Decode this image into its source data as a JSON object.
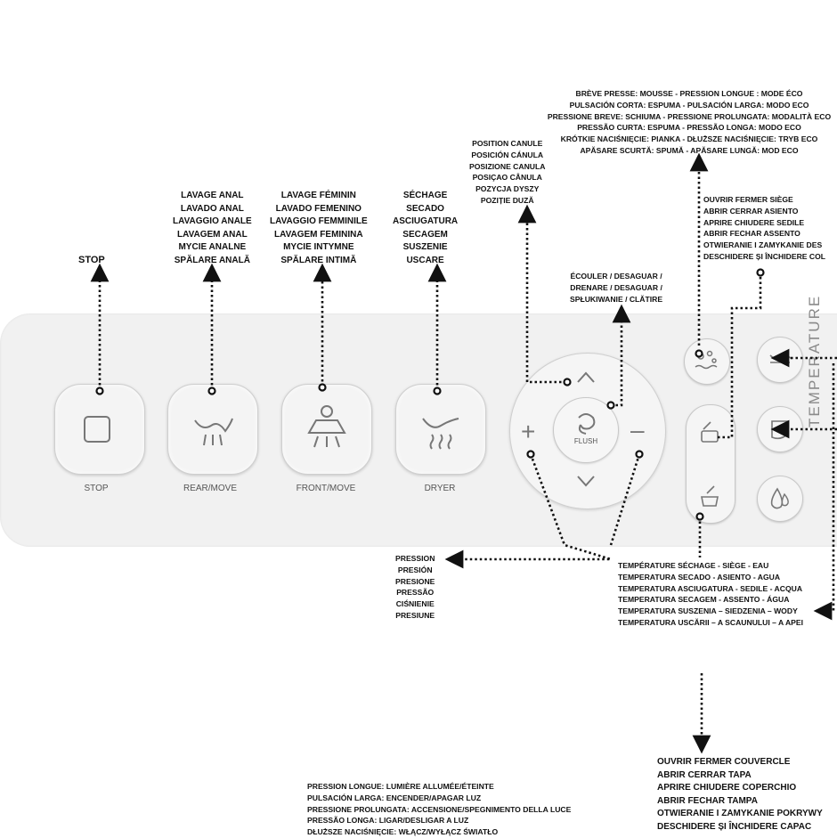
{
  "panel": {
    "temperature_label": "TEMPERATURE",
    "buttons": {
      "stop": "STOP",
      "rear": "REAR/MOVE",
      "front": "FRONT/MOVE",
      "dryer": "DRYER",
      "flush": "FLUSH"
    },
    "dpad": {
      "up": "^",
      "down": "v",
      "plus": "+",
      "minus": "–"
    }
  },
  "callouts": {
    "stop": [
      "STOP"
    ],
    "anal": [
      "LAVAGE ANAL",
      "LAVADO ANAL",
      "LAVAGGIO ANALE",
      "LAVAGEM ANAL",
      "MYCIE ANALNE",
      "SPĂLARE ANALĂ"
    ],
    "feminine": [
      "LAVAGE FÉMININ",
      "LAVADO FEMENINO",
      "LAVAGGIO FEMMINILE",
      "LAVAGEM FEMININA",
      "MYCIE INTYMNE",
      "SPĂLARE INTIMĂ"
    ],
    "drying": [
      "SÉCHAGE",
      "SECADO",
      "ASCIUGATURA",
      "SECAGEM",
      "SUSZENIE",
      "USCARE"
    ],
    "nozzle_position": [
      "POSITION CANULE",
      "POSICIÓN CÁNULA",
      "POSIZIONE CANULA",
      "POSIÇAO CÂNULA",
      "POZYCJA DYSZY",
      "POZIȚIE DUZĂ"
    ],
    "flush": [
      "ÉCOULER / DESAGUAR /",
      "DRENARE / DESAGUAR /",
      "SPŁUKIWANIE / CLĂTIRE"
    ],
    "foam": [
      "BRÈVE PRESSE: MOUSSE - PRESSION LONGUE : MODE ÉCO",
      "PULSACIÓN CORTA: ESPUMA - PULSACIÓN LARGA: MODO ECO",
      "PRESSIONE BREVE: SCHIUMA - PRESSIONE PROLUNGATA: MODALITÀ ECO",
      "PRESSÃO CURTA: ESPUMA - PRESSÃO LONGA: MODO ECO",
      "KRÓTKIE NACIŚNIĘCIE: PIANKA - DŁUŻSZE NACIŚNIĘCIE: TRYB ECO",
      "APĂSARE SCURTĂ: SPUMĂ - APĂSARE LUNGĂ: MOD ECO"
    ],
    "seat": [
      "OUVRIR FERMER SIÈGE",
      "ABRIR CERRAR ASIENTO",
      "APRIRE CHIUDERE SEDILE",
      "ABRIR FECHAR ASSENTO",
      "OTWIERANIE I ZAMYKANIE DES",
      "DESCHIDERE ȘI ÎNCHIDERE COL"
    ],
    "pressure": [
      "PRESSION",
      "PRESIÓN",
      "PRESIONE",
      "PRESSÃO",
      "CIŚNIENIE",
      "PRESIUNE"
    ],
    "temperature": [
      "TEMPÉRATURE SÉCHAGE - SIÈGE - EAU",
      "TEMPERATURA SECADO - ASIENTO - AGUA",
      "TEMPERATURA ASCIUGATURA - SEDILE - ACQUA",
      "TEMPERATURA SECAGEM - ASSENTO - ÁGUA",
      "TEMPERATURA SUSZENIA – SIEDZENIA – WODY",
      "TEMPERATURA USCĂRII – A SCAUNULUI – A APEI"
    ],
    "lid": [
      "OUVRIR FERMER COUVERCLE",
      "ABRIR CERRAR TAPA",
      "APRIRE CHIUDERE COPERCHIO",
      "ABRIR FECHAR TAMPA",
      "OTWIERANIE I ZAMYKANIE POKRYWY",
      "DESCHIDERE ȘI ÎNCHIDERE CAPAC"
    ],
    "light": [
      "PRESSION LONGUE: LUMIÈRE ALLUMÉE/ÉTEINTE",
      "PULSACIÓN LARGA: ENCENDER/APAGAR LUZ",
      "PRESSIONE PROLUNGATA: ACCENSIONE/SPEGNIMENTO DELLA LUCE",
      "PRESSÃO LONGA: LIGAR/DESLIGAR A LUZ",
      "DŁUŻSZE NACIŚNIĘCIE: WŁĄCZ/WYŁĄCZ ŚWIATŁO"
    ]
  }
}
